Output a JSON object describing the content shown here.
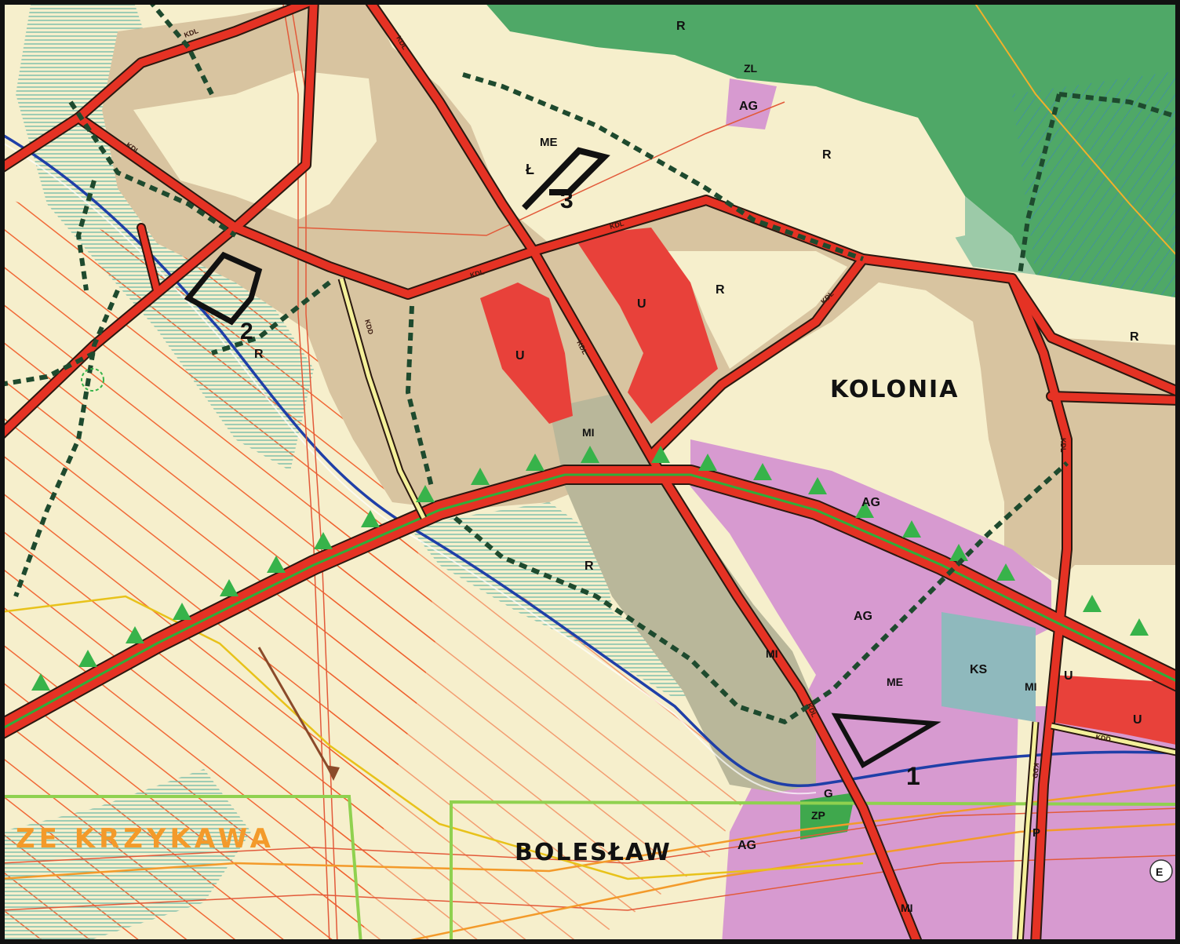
{
  "places": {
    "kolonia": "KOLONIA",
    "boleslaw": "BOLESŁAW",
    "krzykawa": "ZE KRZYKAWA"
  },
  "zones": {
    "r1": "R",
    "r2": "R",
    "r3": "R",
    "r4": "R",
    "r5": "R",
    "r6": "R",
    "zl": "ZL",
    "ag1": "AG",
    "ag2": "AG",
    "ag3": "AG",
    "ag4": "AG",
    "me1": "ME",
    "me2": "ME",
    "l": "Ł",
    "u1": "U",
    "u2": "U",
    "u3": "U",
    "u4": "U",
    "mi1": "MI",
    "mi2": "MI",
    "mi3": "MI",
    "mi4": "MI",
    "ks": "KS",
    "g": "G",
    "zp": "ZP",
    "p": "P",
    "e": "E"
  },
  "sites": {
    "one": "1",
    "two": "2",
    "three": "3"
  },
  "roads": {
    "kdl": "KDL",
    "kdd": "KDD"
  },
  "colors": {
    "background": "#f6efcc",
    "settlement": "#d8c4a0",
    "service": "#e8413a",
    "industry": "#d79ad0",
    "forest": "#4fa867",
    "meadow": "#9ccaa8",
    "mining": "#f05a26",
    "road": "#e53224",
    "boundary": "#8fd14f"
  }
}
